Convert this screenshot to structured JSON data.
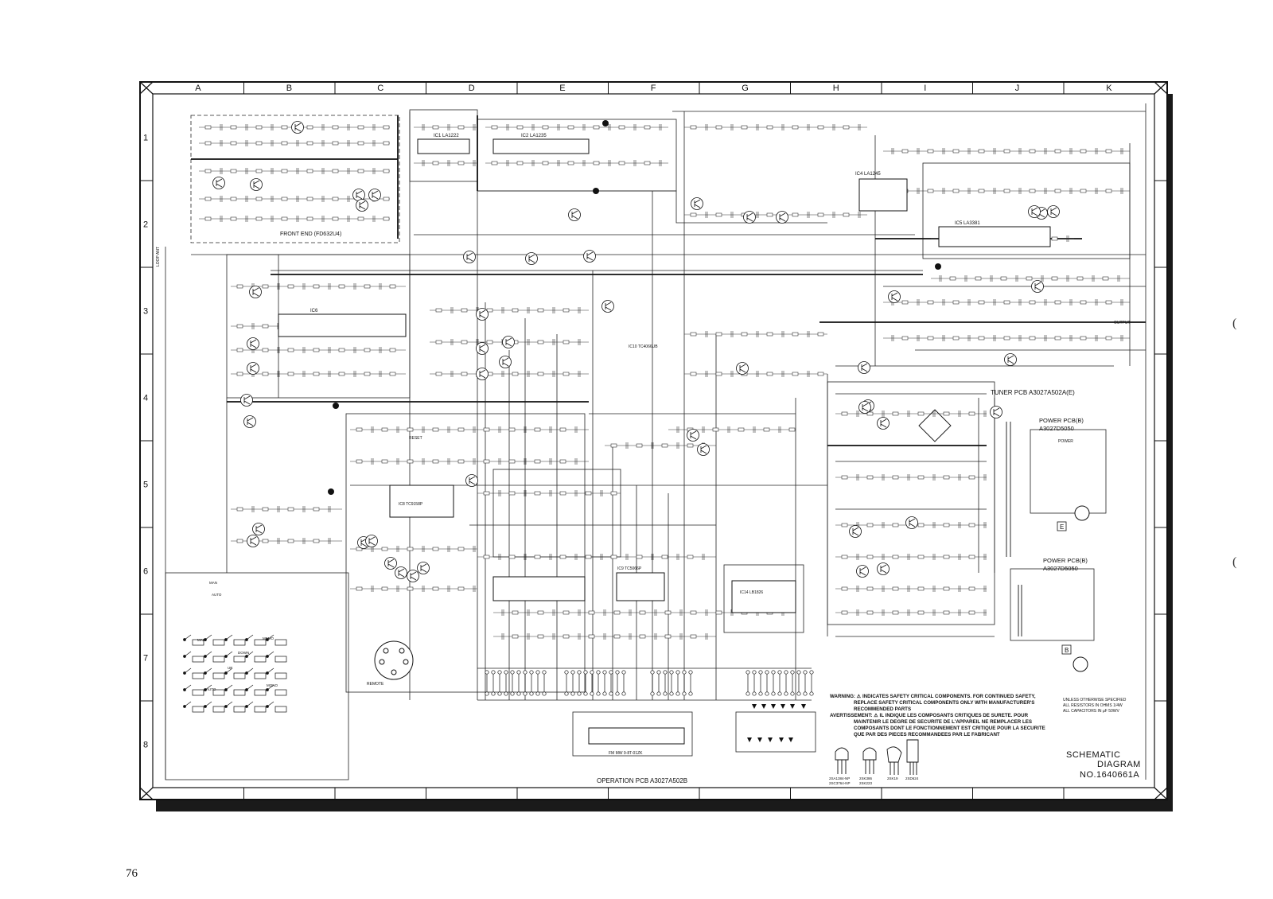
{
  "grid": {
    "columns": [
      "A",
      "B",
      "C",
      "D",
      "E",
      "F",
      "G",
      "H",
      "I",
      "J",
      "K"
    ],
    "rows": [
      "1",
      "2",
      "3",
      "4",
      "5",
      "6",
      "7",
      "8"
    ]
  },
  "labels": {
    "front_end": "FRONT END (FD632U4)",
    "ic1": "IC1 LA1222",
    "ic2": "IC2 LA1235",
    "ic4": "IC4 LA1245",
    "ic5": "IC5 LA3381",
    "ic6": "IC6",
    "ic8": "IC8 TC9158P",
    "ic9": "IC9 TC5066P",
    "ic10": "IC10 TC4066UB",
    "ic14": "IC14 LB1826",
    "loop_ant": "LOOP ANT",
    "output": "OUTPUT",
    "reset": "RESET",
    "remote": "REMOTE",
    "tuner_pcb": "TUNER PCB  A3027A502A(E)",
    "power_pcb_e_title": "POWER PCB(B)",
    "power_pcb_e_no": "A3027D5050",
    "power_pcb_b_title": "POWER PCB(B)",
    "power_pcb_b_no": "A3027D5050",
    "power_label": "POWER",
    "marker_e": "E",
    "marker_b": "B",
    "operation_pcb": "OPERATION PCB A3027A502B",
    "display_code": "FM MW  9-8T-01ZK",
    "keys": [
      "MAN",
      "AUTO",
      "MEMO",
      "MONO",
      "DOWN",
      "UP",
      "MAIN",
      "AUTO"
    ]
  },
  "warning": {
    "en_1": "WARNING: ⚠ INDICATES SAFETY CRITICAL COMPONENTS. FOR CONTINUED SAFETY,",
    "en_2": "REPLACE SAFETY CRITICAL COMPONENTS ONLY WITH MANUFACTURER'S",
    "en_3": "RECOMMENDED PARTS",
    "fr_1": "AVERTISSEMENT: ⚠ IL INDIQUE LES COMPOSANTS CRITIQUES DE SURETE. POUR",
    "fr_2": "MAINTENIR LE DEGRE DE SECURITE DE L'APPAREIL NE REMPLACER LES",
    "fr_3": "COMPOSANTS DONT LE FONCTIONNEMENT EST CRITIQUE POUR LA SECURITE",
    "fr_4": "QUE PAR DES PIECES RECOMMANDEES PAR LE FABRICANT"
  },
  "notes": {
    "n1": "UNLESS OTHERWISE SPECIFIED",
    "n2": "ALL RESISTORS IN OHMS 1/4W",
    "n3": "ALL CAPACITORS IN µF 50WV"
  },
  "transistors": {
    "t1_code": "2SA1384-NP",
    "t1_alt": "2SC3764-NP",
    "t2_code": "2SK386",
    "t2_alt": "2SK223",
    "t3_code": "2SK19",
    "t4_code": "2SD624"
  },
  "title_block": {
    "line1": "SCHEMATIC",
    "line2": "DIAGRAM",
    "line3": "NO.1640661A"
  },
  "page_number": "76",
  "edge_mark": "("
}
